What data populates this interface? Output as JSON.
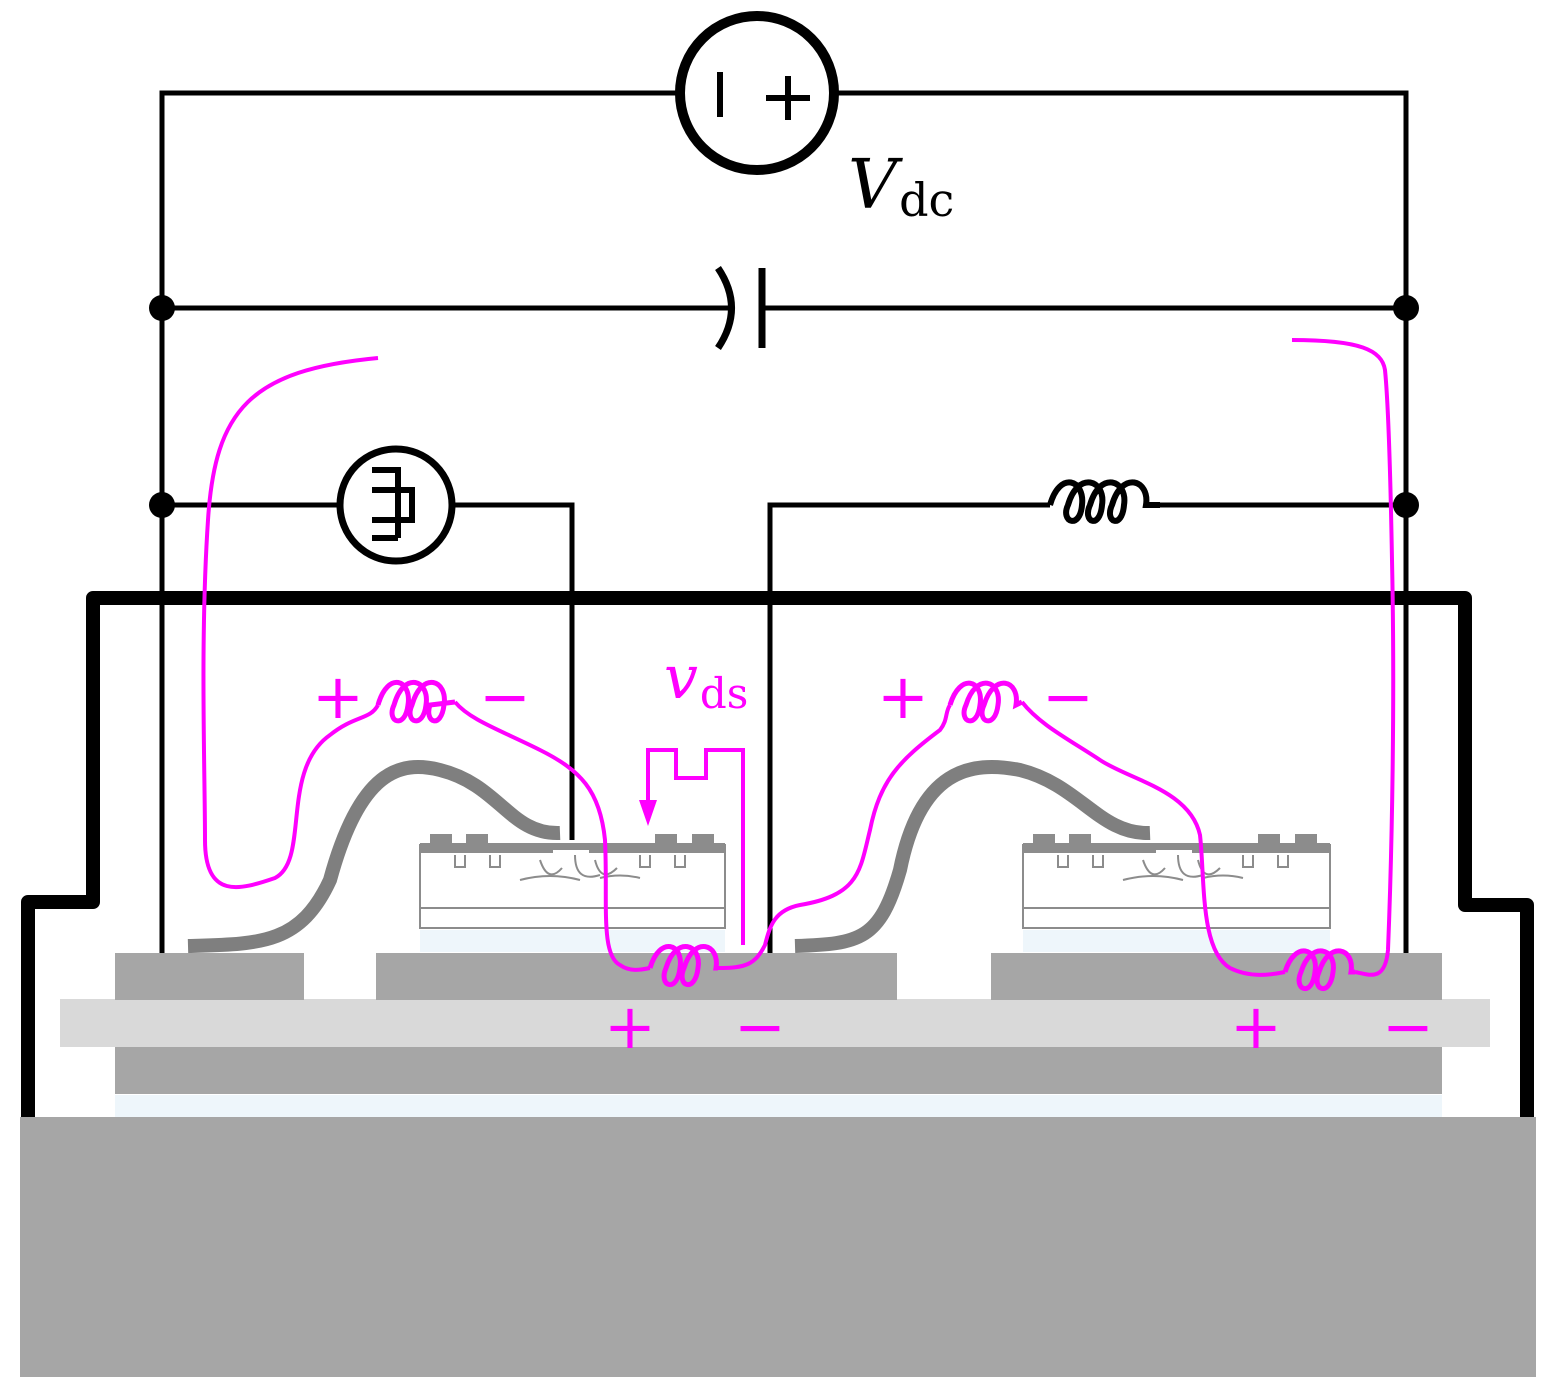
{
  "labels": {
    "vdc_main": "V",
    "vdc_sub": "dc",
    "vds_main": "v",
    "vds_sub": "ds",
    "plus": "+",
    "minus": "−"
  },
  "colors": {
    "wire": "#000000",
    "parasitic": "#ff00ff",
    "copper": "#a6a6a6",
    "ceramic": "#d9d9d9",
    "bondwire": "#7f7f7f",
    "die": "#888888"
  }
}
